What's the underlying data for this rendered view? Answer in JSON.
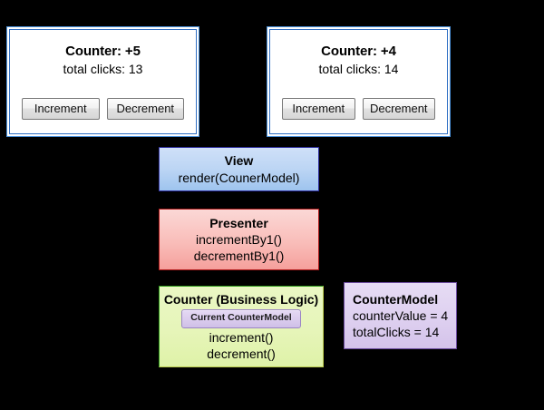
{
  "counters": [
    {
      "name": "counter-panel-left",
      "title": "Counter: +5",
      "subtitle": "total clicks: 13",
      "increment_label": "Increment",
      "decrement_label": "Decrement"
    },
    {
      "name": "counter-panel-right",
      "title": "Counter: +4",
      "subtitle": "total clicks: 14",
      "increment_label": "Increment",
      "decrement_label": "Decrement"
    }
  ],
  "diagram": {
    "view": {
      "title": "View",
      "line1": "render(CounerModel)"
    },
    "presenter": {
      "title": "Presenter",
      "line1": "incrementBy1()",
      "line2": "decrementBy1()"
    },
    "counter": {
      "title": "Counter (Business Logic)",
      "chip": "Current CounterModel",
      "line1": "increment()",
      "line2": "decrement()"
    },
    "model": {
      "title": "CounterModel",
      "line1": "counterValue = 4",
      "line2": "totalClicks = 14"
    }
  },
  "colors": {
    "background": "#000000",
    "view_fill": "#bcd5f4",
    "view_border": "#2a2a9c",
    "presenter_fill": "#f9bdb9",
    "presenter_border": "#b01818",
    "counter_fill": "#e6f5b9",
    "counter_border": "#2f9c1a",
    "model_fill": "#ded0f0",
    "model_border": "#6b4b9e",
    "panel_border": "#4a90d9"
  }
}
